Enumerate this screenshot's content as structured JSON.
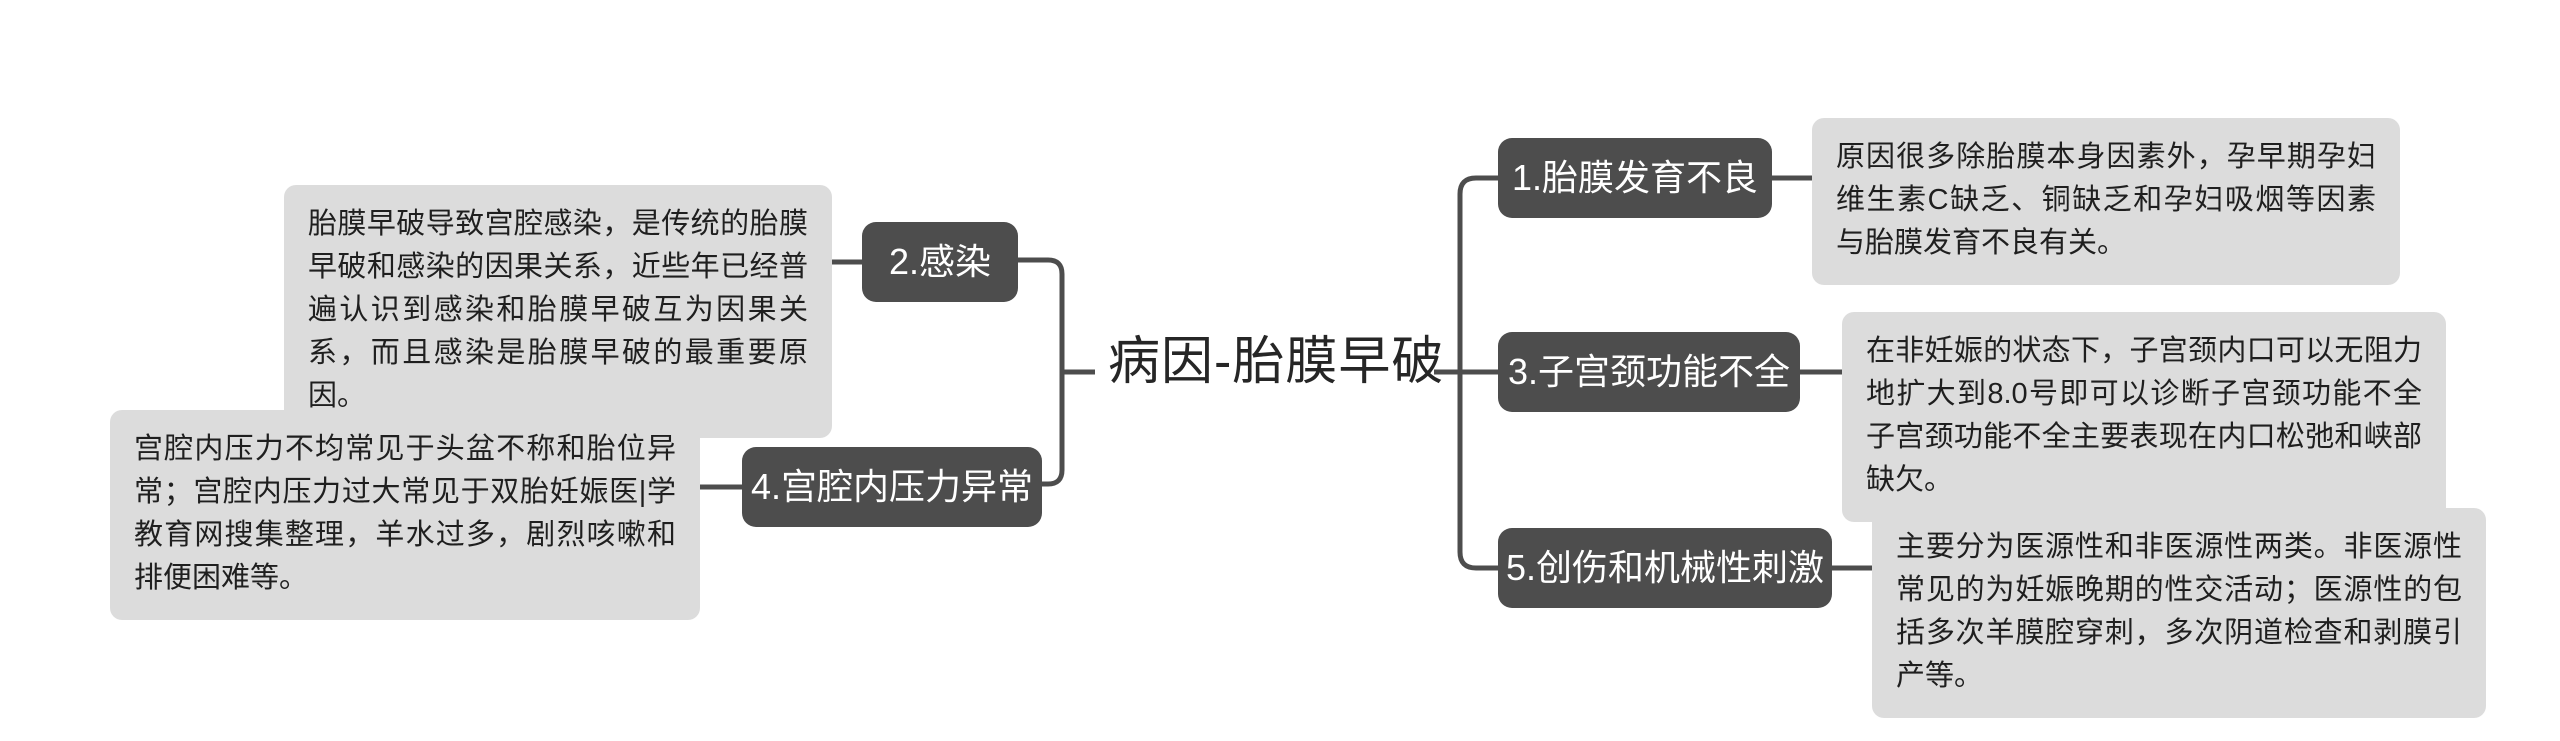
{
  "diagram": {
    "type": "mind-map",
    "title": "病因-胎膜早破",
    "colors": {
      "node_fill": "#4d4d4d",
      "node_text": "#ffffff",
      "note_fill": "#dcdcdc",
      "note_text": "#1f1f1f",
      "connector": "#4d4d4d",
      "title_text": "#262626",
      "background": "#ffffff"
    },
    "left_branches": [
      {
        "id": "branch-2",
        "label": "2.感染",
        "note": "胎膜早破导致宫腔感染，是传统的胎膜早破和感染的因果关系，近些年已经普遍认识到感染和胎膜早破互为因果关系，而且感染是胎膜早破的最重要原因。"
      },
      {
        "id": "branch-4",
        "label": "4.宫腔内压力异常",
        "note": "宫腔内压力不均常见于头盆不称和胎位异常；宫腔内压力过大常见于双胎妊娠医|学教育网搜集整理，羊水过多，剧烈咳嗽和排便困难等。"
      }
    ],
    "right_branches": [
      {
        "id": "branch-1",
        "label": "1.胎膜发育不良",
        "note": "原因很多除胎膜本身因素外，孕早期孕妇维生素C缺乏、铜缺乏和孕妇吸烟等因素与胎膜发育不良有关。"
      },
      {
        "id": "branch-3",
        "label": "3.子宫颈功能不全",
        "note": "在非妊娠的状态下，子宫颈内口可以无阻力地扩大到8.0号即可以诊断子宫颈功能不全子宫颈功能不全主要表现在内口松弛和峡部缺欠。"
      },
      {
        "id": "branch-5",
        "label": "5.创伤和机械性刺激",
        "note": "主要分为医源性和非医源性两类。非医源性常见的为妊娠晚期的性交活动；医源性的包括多次羊膜腔穿刺，多次阴道检查和剥膜引产等。"
      }
    ]
  }
}
